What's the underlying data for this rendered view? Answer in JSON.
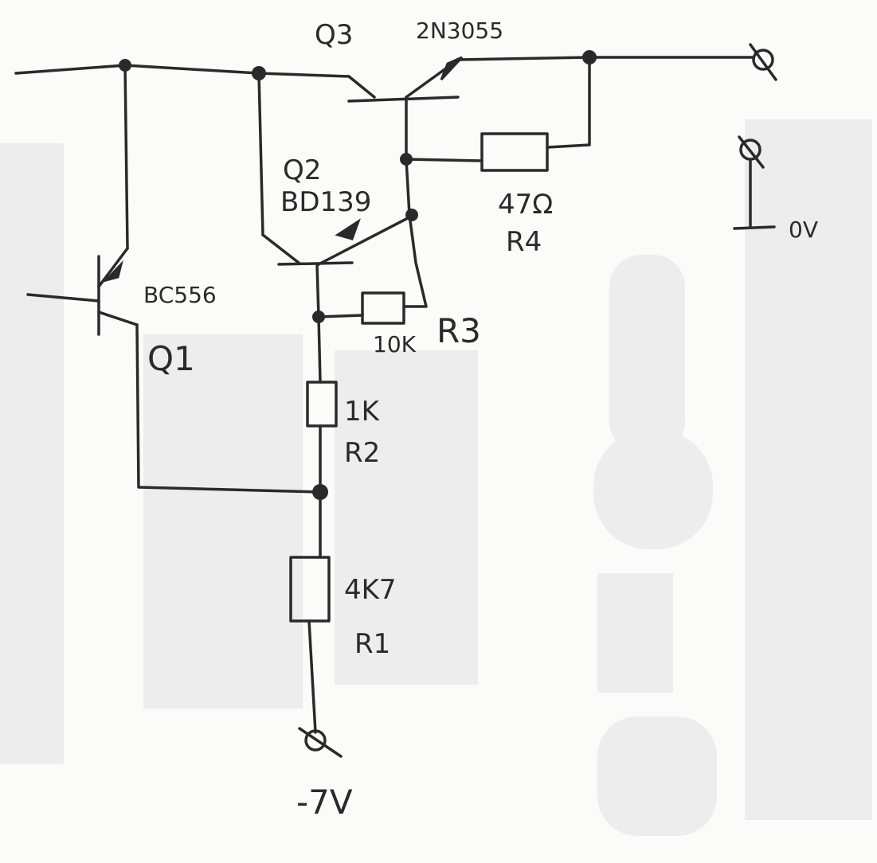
{
  "labels": {
    "q3": "Q3",
    "q3_part": "2N3055",
    "q2": "Q2",
    "q2_part": "BD139",
    "q1_part": "BC556",
    "q1": "Q1",
    "r4_value": "47Ω",
    "r4": "R4",
    "r3_value": "10K",
    "r3": "R3",
    "r2_value": "1K",
    "r2": "R2",
    "r1_value": "4K7",
    "r1": "R1",
    "ground": "0V",
    "supply": "-7V"
  },
  "colors": {
    "ink": "#2a2a2a",
    "paper": "#fbfbfa"
  }
}
